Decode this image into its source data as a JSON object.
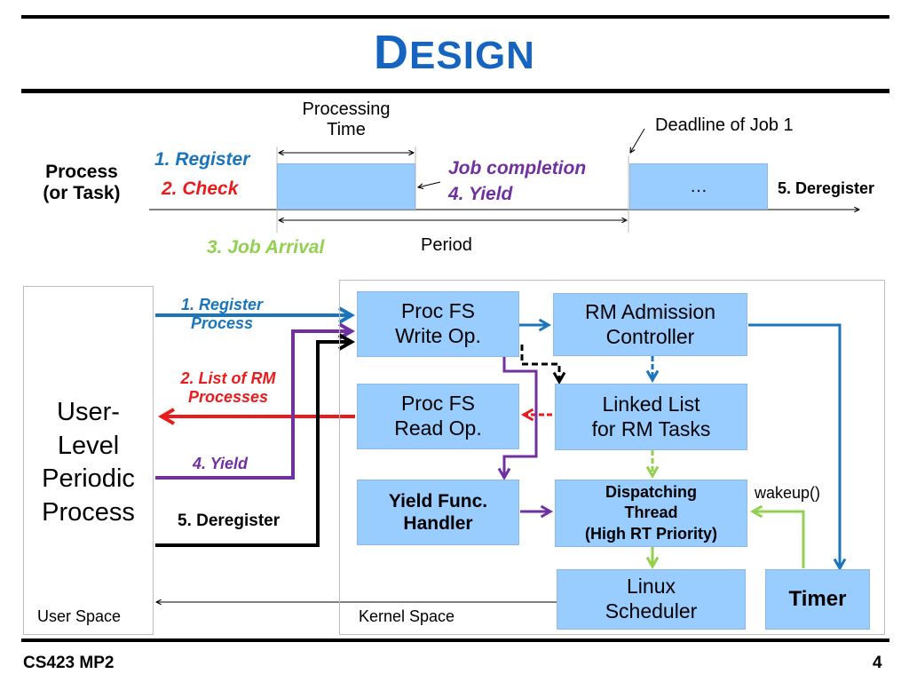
{
  "title": {
    "first": "D",
    "rest": "ESIGN"
  },
  "timeline": {
    "process_label": [
      "Process",
      "(or Task)"
    ],
    "register": "1. Register",
    "check": "2. Check",
    "job_arrival": "3. Job Arrival",
    "processing_time": [
      "Processing",
      "Time"
    ],
    "job_completion": "Job completion",
    "yield": "4. Yield",
    "deadline": "Deadline of Job 1",
    "ellipsis": "…",
    "deregister": "5. Deregister",
    "period": "Period"
  },
  "diagram": {
    "user_process": [
      "User-",
      "Level",
      "Periodic",
      "Process"
    ],
    "user_space": "User Space",
    "kernel_space": "Kernel Space",
    "arrows": {
      "register": [
        "1. Register",
        "Process"
      ],
      "list": [
        "2. List of RM",
        "Processes"
      ],
      "yield": "4. Yield",
      "deregister": "5. Deregister",
      "wakeup": "wakeup()"
    },
    "boxes": {
      "procfs_write": [
        "Proc FS",
        "Write Op."
      ],
      "rm_admission": [
        "RM Admission",
        "Controller"
      ],
      "procfs_read": [
        "Proc FS",
        "Read Op."
      ],
      "linked_list": [
        "Linked List",
        "for RM Tasks"
      ],
      "yield_handler": [
        "Yield Func.",
        "Handler"
      ],
      "dispatching": [
        "Dispatching",
        "Thread",
        "(High RT Priority)"
      ],
      "linux_scheduler": [
        "Linux",
        "Scheduler"
      ],
      "timer": "Timer"
    }
  },
  "footer": {
    "course": "CS423 MP2",
    "page": "4"
  },
  "colors": {
    "blue": "#1a75bc",
    "red": "#e81c1c",
    "purple": "#7030a0",
    "green": "#92d050",
    "box": "#99ccff"
  }
}
